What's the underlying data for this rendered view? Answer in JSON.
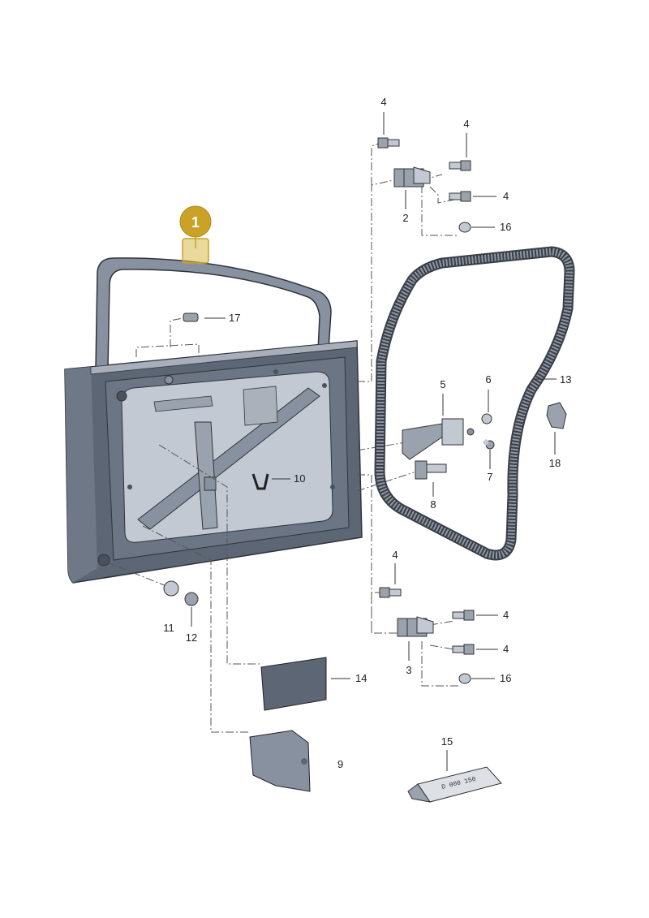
{
  "highlight": {
    "number": "1",
    "color": "#c9a227"
  },
  "callouts": {
    "c2": "2",
    "c3": "3",
    "c4a": "4",
    "c4b": "4",
    "c4c": "4",
    "c4d": "4",
    "c4e": "4",
    "c4f": "4",
    "c5": "5",
    "c6": "6",
    "c7": "7",
    "c8": "8",
    "c9": "9",
    "c10": "10",
    "c11": "11",
    "c12": "12",
    "c13": "13",
    "c14": "14",
    "c15": "15",
    "c16a": "16",
    "c16b": "16",
    "c17": "17",
    "c18": "18"
  },
  "tube_print": "D 000 150",
  "colors": {
    "door_dark": "#5d6675",
    "door_mid": "#8891a0",
    "door_light": "#c3c9d2",
    "seal": "#8e96a3",
    "hardware": "#9aa2ad"
  }
}
